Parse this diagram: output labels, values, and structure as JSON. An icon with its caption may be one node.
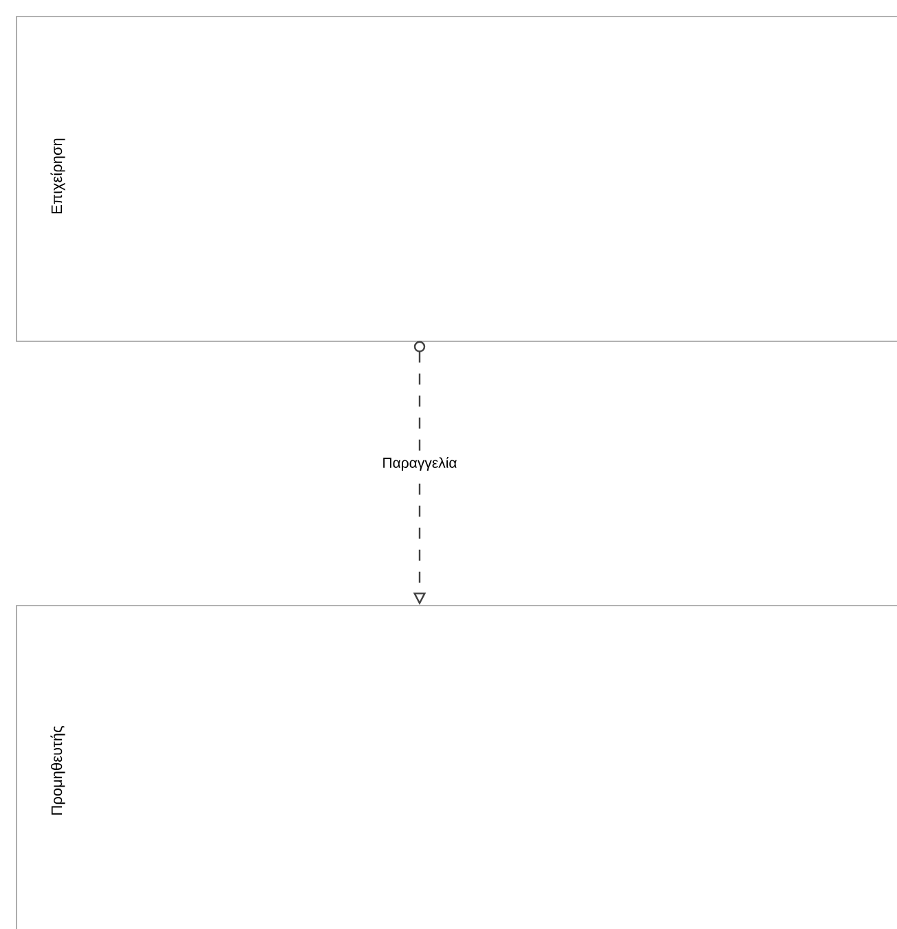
{
  "diagram": {
    "nodes": [
      {
        "text": [
          "Επιχείρηση"
        ]
      },
      {
        "text": [
          "Προμηθευτής"
        ]
      }
    ],
    "edges": [
      {
        "from": 0,
        "to": 1,
        "arrow": "to",
        "style": "dashed",
        "label": "Παραγγελία"
      }
    ]
  }
}
